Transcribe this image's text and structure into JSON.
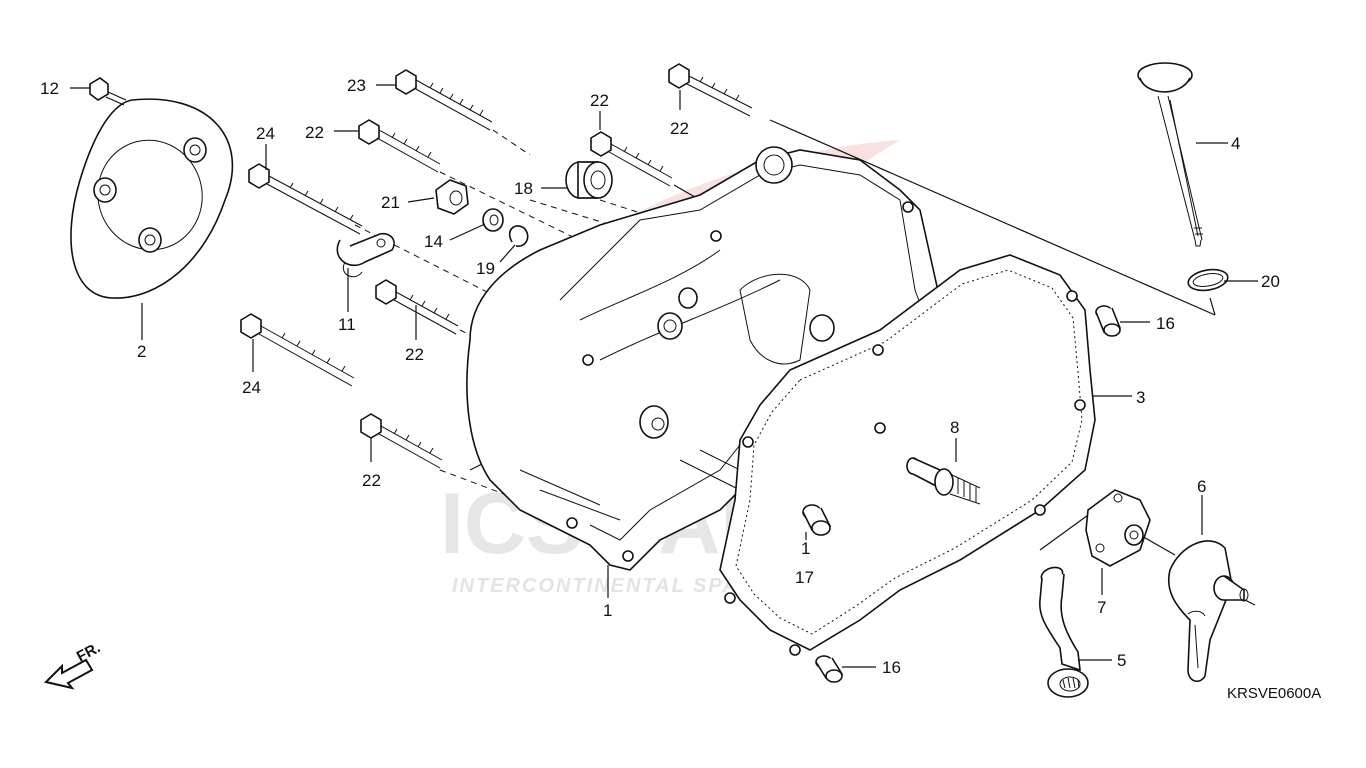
{
  "watermark": {
    "main": "ICS PARTS",
    "sub": "INTERCONTINENTAL SPARE PARTS"
  },
  "diagram_code": "KRSVE0600A",
  "front_indicator": "FR.",
  "callouts": {
    "c1": "1",
    "c1b": "1",
    "c2": "2",
    "c3": "3",
    "c4": "4",
    "c5": "5",
    "c6": "6",
    "c7": "7",
    "c8": "8",
    "c11": "11",
    "c12": "12",
    "c14": "14",
    "c16a": "16",
    "c16b": "16",
    "c17": "17",
    "c18": "18",
    "c19": "19",
    "c20": "20",
    "c21": "21",
    "c22a": "22",
    "c22b": "22",
    "c22c": "22",
    "c22d": "22",
    "c22e": "22",
    "c23": "23",
    "c24a": "24",
    "c24b": "24"
  },
  "colors": {
    "line": "#111111",
    "watermark_gray": "#e6e6e6",
    "watermark_red": "#f3c9c9"
  }
}
